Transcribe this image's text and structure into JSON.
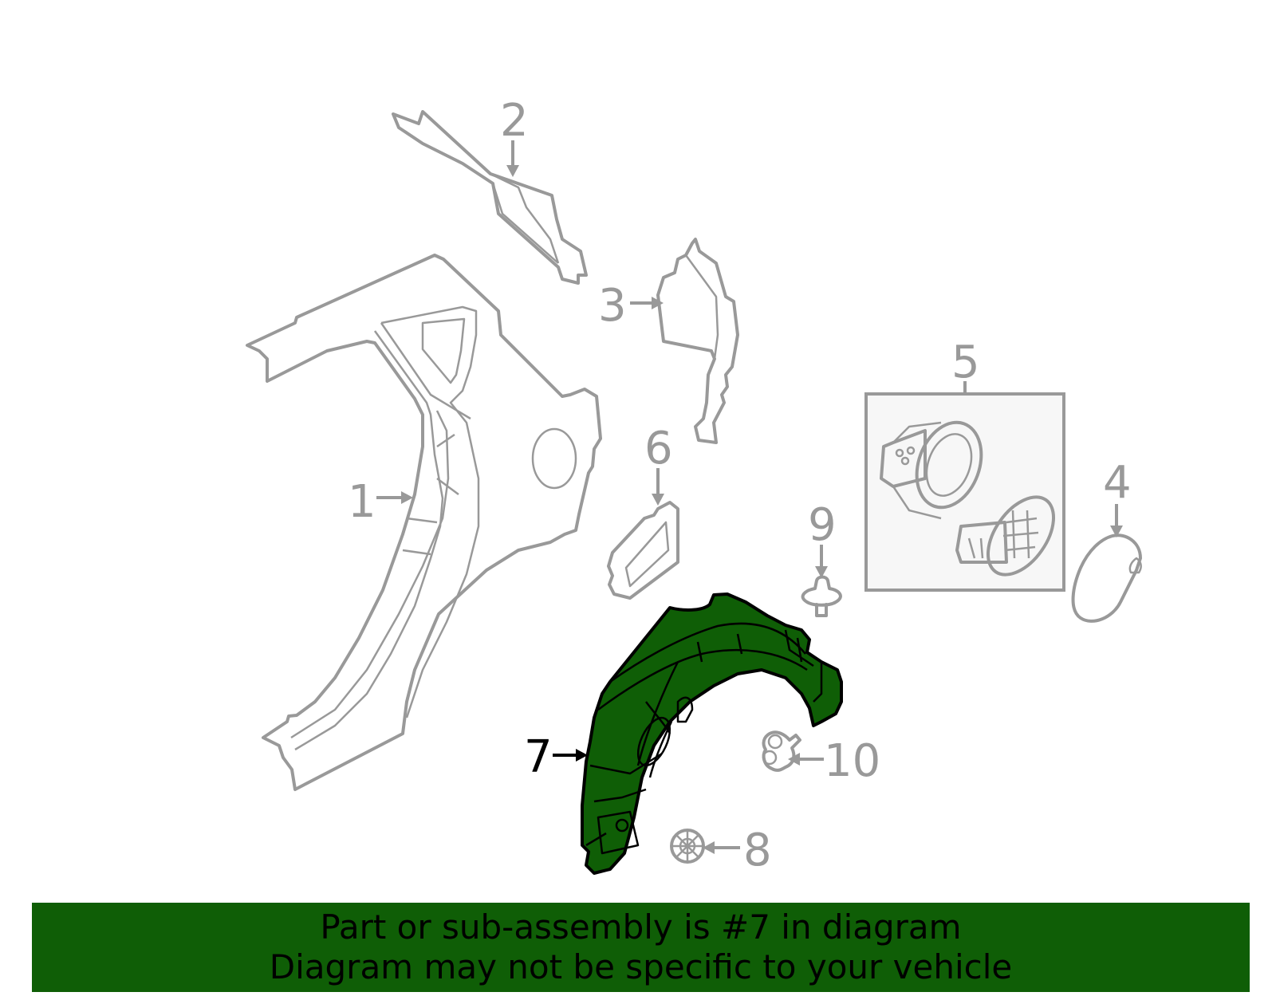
{
  "callouts": {
    "c1": "1",
    "c2": "2",
    "c3": "3",
    "c4": "4",
    "c5": "5",
    "c6": "6",
    "c7": "7",
    "c8": "8",
    "c9": "9",
    "c10": "10"
  },
  "highlighted_part": "7",
  "colors": {
    "highlight_fill": "#0f5e06",
    "part_outline": "#999999",
    "banner_background": "#0f5e06"
  },
  "banner": {
    "line1": "Part or sub-assembly is #7 in diagram",
    "line2": "Diagram may not be specific to your vehicle"
  }
}
